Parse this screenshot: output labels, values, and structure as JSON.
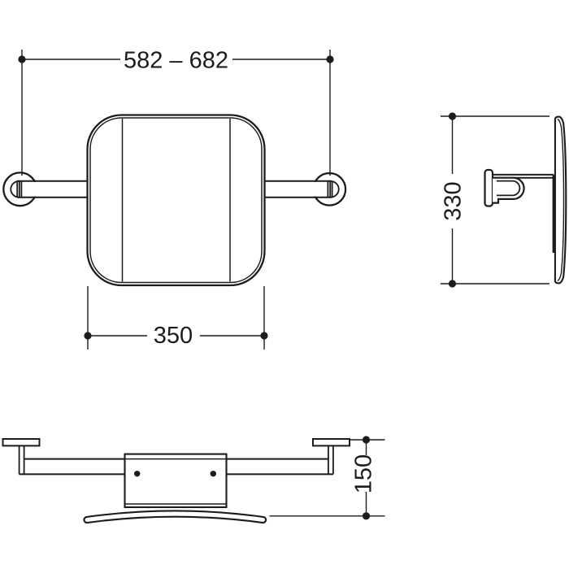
{
  "page": {
    "background_color": "#ffffff",
    "line_color": "#1c1c1c"
  },
  "drawing": {
    "front_view": {
      "width_range_label": "582 – 682",
      "pad_width_label": "350"
    },
    "side_view": {
      "height_label": "330"
    },
    "plan_view": {
      "depth_label": "150"
    }
  }
}
